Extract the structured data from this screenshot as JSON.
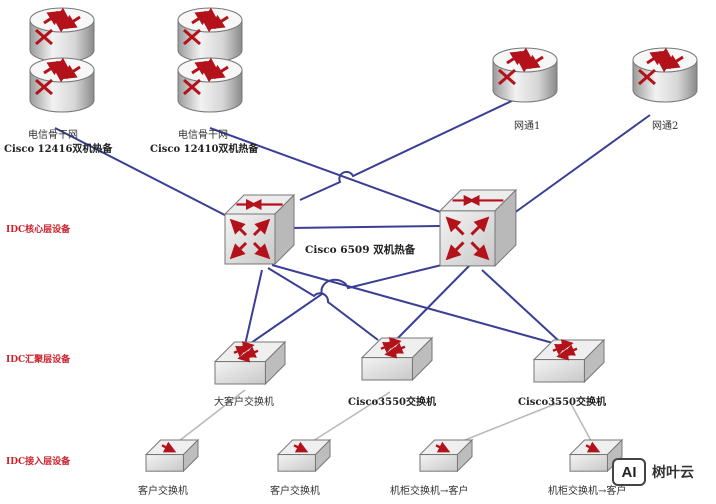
{
  "core_routers": [
    {
      "name": "电信骨干网",
      "model": "Cisco 12416双机热备"
    },
    {
      "name": "电信骨干网",
      "model": "Cisco 12410双机热备"
    }
  ],
  "isp_routers": [
    "网通1",
    "网通2"
  ],
  "core_switch_label": "Cisco 6509 双机热备",
  "aggregation_switches": [
    "大客户交换机",
    "Cisco3550交换机",
    "Cisco3550交换机"
  ],
  "access_switches": [
    "客户交换机",
    "客户交换机",
    "机柜交换机→客户",
    "机柜交换机→客户"
  ],
  "layers": {
    "core": "IDC核心层设备",
    "aggregation": "IDC汇聚层设备",
    "access": "IDC接入层设备"
  },
  "watermark": {
    "badge": "AI",
    "text": "树叶云"
  },
  "colors": {
    "link_blue": "#3a3f95",
    "link_gray": "#b8b8b8",
    "device_red": "#b3121b",
    "layer_red": "#cc1f2a"
  }
}
